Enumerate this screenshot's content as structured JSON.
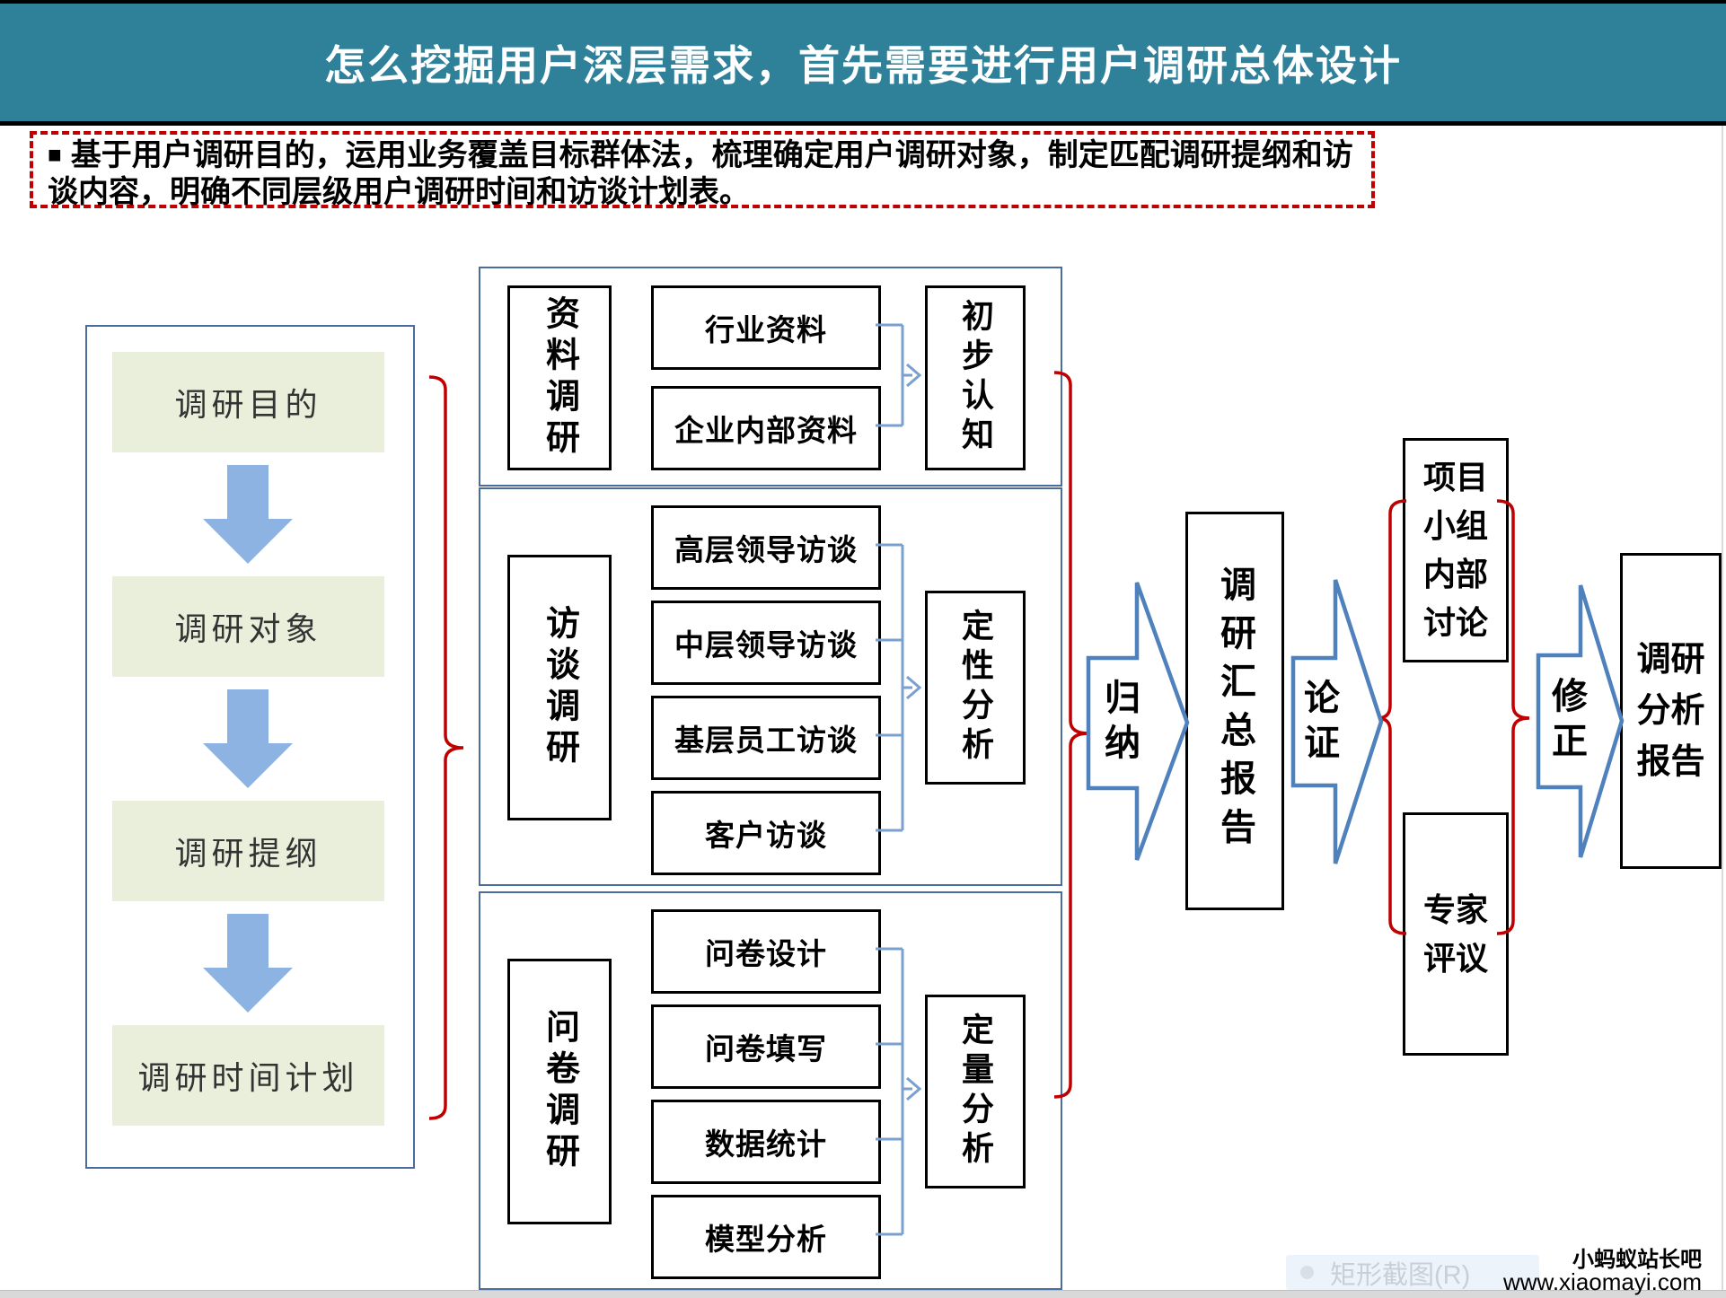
{
  "banner": {
    "title": "怎么挖掘用户深层需求，首先需要进行用户调研总体设计"
  },
  "description": {
    "bullet": "■",
    "text": "基于用户调研目的，运用业务覆盖目标群体法，梳理确定用户调研对象，制定匹配调研提纲和访谈内容，明确不同层级用户调研时间和访谈计划表。"
  },
  "left_panel": {
    "steps": [
      "调研目的",
      "调研对象",
      "调研提纲",
      "调研时间计划"
    ]
  },
  "groups": [
    {
      "label": "资料调研",
      "items": [
        "行业资料",
        "企业内部资料"
      ],
      "result": "初步认知"
    },
    {
      "label": "访谈调研",
      "items": [
        "高层领导访谈",
        "中层领导访谈",
        "基层员工访谈",
        "客户访谈"
      ],
      "result": "定性分析"
    },
    {
      "label": "问卷调研",
      "items": [
        "问卷设计",
        "问卷填写",
        "数据统计",
        "模型分析"
      ],
      "result": "定量分析"
    }
  ],
  "flow": {
    "arrow1": "归纳",
    "summary": "调研汇总报告",
    "arrow2": "论证",
    "review": [
      "项目小组内部讨论",
      "专家评议"
    ],
    "arrow3": "修正",
    "final": "调研分析报告"
  },
  "watermark": {
    "line1": "小蚂蚁站长吧",
    "line2": "www.xiaomayi.com"
  },
  "tooltip": {
    "label": "矩形截图(R)"
  },
  "colors": {
    "banner_bg": "#2F819A",
    "dashed_border": "#C00000",
    "brace_red": "#C00000",
    "step_fill": "#EAEFDB",
    "down_arrow_fill": "#8DB3E2",
    "block_arrow_border": "#4F81BD",
    "container_border": "#4A6D9C",
    "connector_blue": "#7AA0CF"
  }
}
